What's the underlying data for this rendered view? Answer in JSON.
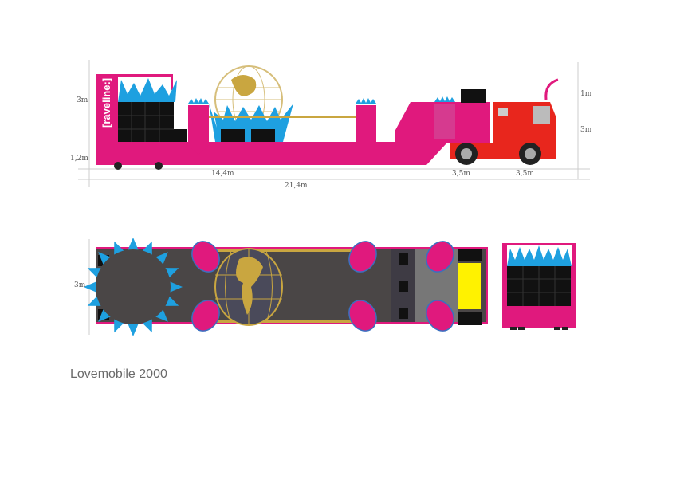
{
  "caption": "Lovemobile 2000",
  "logo_text": "[raveline:]",
  "side_view": {
    "dims": {
      "left_height": "3m",
      "base_height": "1,2m",
      "trailer_length": "14,4m",
      "total_length": "21,4m",
      "gooseneck_length": "3,5m",
      "truck_length": "3,5m",
      "top_height": "1m",
      "cab_height": "3m"
    }
  },
  "top_view": {
    "dims": {
      "width": "3m"
    }
  },
  "colors": {
    "pink": "#e0197d",
    "blue": "#1ea0e0",
    "deck": "#4a4646",
    "gold": "#c9a640",
    "truck": "#e8261d",
    "yellow": "#fff200"
  }
}
